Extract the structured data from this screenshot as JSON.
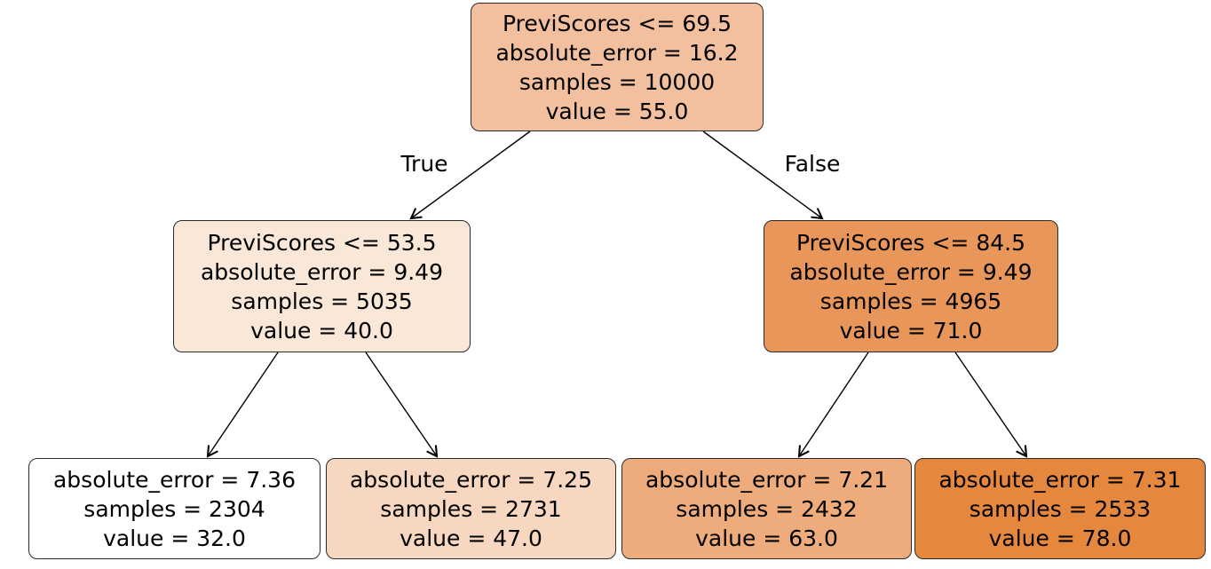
{
  "figure": {
    "background": "#ffffff",
    "node_border_color": "#2a2a2a",
    "arrow_color": "#000000",
    "colormap": {
      "low_value_color": "#ffffff",
      "high_value_color": "#e6873e"
    }
  },
  "edge_labels": {
    "true_branch": "True",
    "false_branch": "False"
  },
  "nodes": {
    "root": {
      "condition": "PreviScores <= 69.5",
      "error_line": "absolute_error = 16.2",
      "samples_line": "samples = 10000",
      "value_line": "value = 55.0",
      "fill": "#f2c09e"
    },
    "left": {
      "condition": "PreviScores <= 53.5",
      "error_line": "absolute_error = 9.49",
      "samples_line": "samples = 5035",
      "value_line": "value = 40.0",
      "fill": "#f9e7d8"
    },
    "right": {
      "condition": "PreviScores <= 84.5",
      "error_line": "absolute_error = 9.49",
      "samples_line": "samples = 4965",
      "value_line": "value = 71.0",
      "fill": "#e9965a"
    },
    "leaf_1": {
      "error_line": "absolute_error = 7.36",
      "samples_line": "samples = 2304",
      "value_line": "value = 32.0",
      "fill": "#ffffff"
    },
    "leaf_2": {
      "error_line": "absolute_error = 7.25",
      "samples_line": "samples = 2731",
      "value_line": "value = 47.0",
      "fill": "#f7d7bf"
    },
    "leaf_3": {
      "error_line": "absolute_error = 7.21",
      "samples_line": "samples = 2432",
      "value_line": "value = 63.0",
      "fill": "#eeab7c"
    },
    "leaf_4": {
      "error_line": "absolute_error = 7.31",
      "samples_line": "samples = 2533",
      "value_line": "value = 78.0",
      "fill": "#e6873e"
    }
  }
}
